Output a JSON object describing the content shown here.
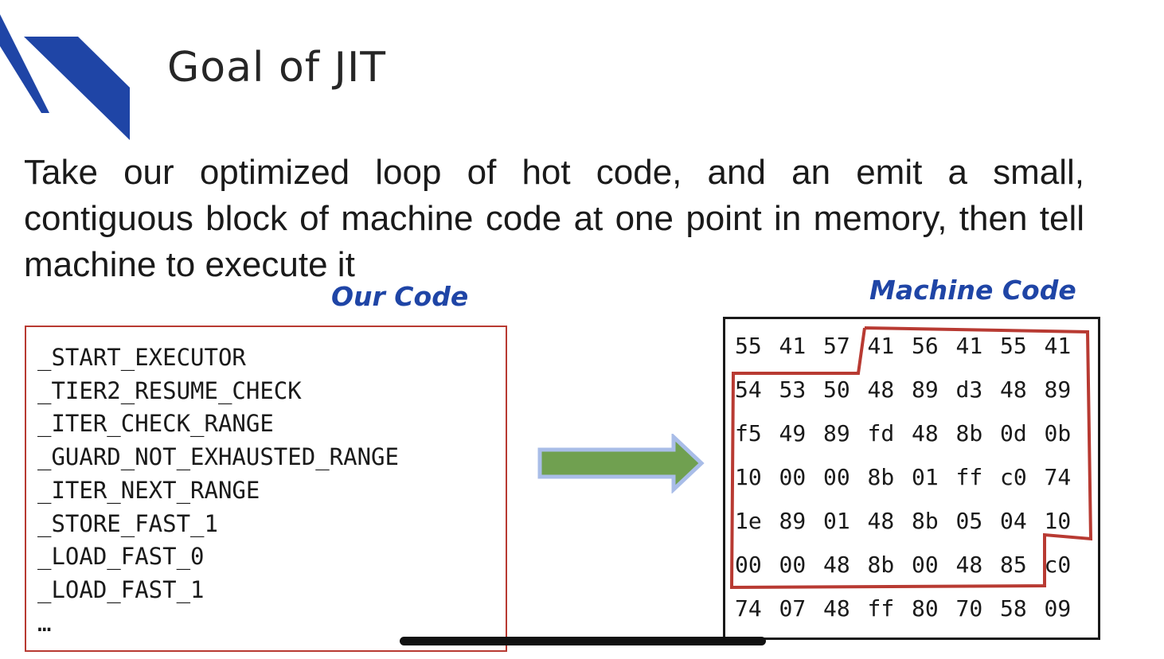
{
  "slide": {
    "title": "Goal of JIT",
    "body": "Take our optimized loop of hot code, and an emit a small, contiguous block of machine code at one point in memory, then tell machine to execute it"
  },
  "our_code": {
    "label": "Our Code",
    "lines": [
      "_START_EXECUTOR",
      "_TIER2_RESUME_CHECK",
      "_ITER_CHECK_RANGE",
      "_GUARD_NOT_EXHAUSTED_RANGE",
      "_ITER_NEXT_RANGE",
      "_STORE_FAST_1",
      "_LOAD_FAST_0",
      "_LOAD_FAST_1",
      "…"
    ]
  },
  "machine_code": {
    "label": "Machine Code",
    "rows": [
      [
        "55",
        "41",
        "57",
        "41",
        "56",
        "41",
        "55",
        "41"
      ],
      [
        "54",
        "53",
        "50",
        "48",
        "89",
        "d3",
        "48",
        "89"
      ],
      [
        "f5",
        "49",
        "89",
        "fd",
        "48",
        "8b",
        "0d",
        "0b"
      ],
      [
        "10",
        "00",
        "00",
        "8b",
        "01",
        "ff",
        "c0",
        "74"
      ],
      [
        "1e",
        "89",
        "01",
        "48",
        "8b",
        "05",
        "04",
        "10"
      ],
      [
        "00",
        "00",
        "48",
        "8b",
        "00",
        "48",
        "85",
        "c0"
      ],
      [
        "74",
        "07",
        "48",
        "ff",
        "80",
        "70",
        "58",
        "09"
      ]
    ]
  },
  "colors": {
    "accent_blue": "#1f45a6",
    "box_red": "#b83a32",
    "arrow_green": "#70a050",
    "arrow_outline": "#a9bde8"
  }
}
